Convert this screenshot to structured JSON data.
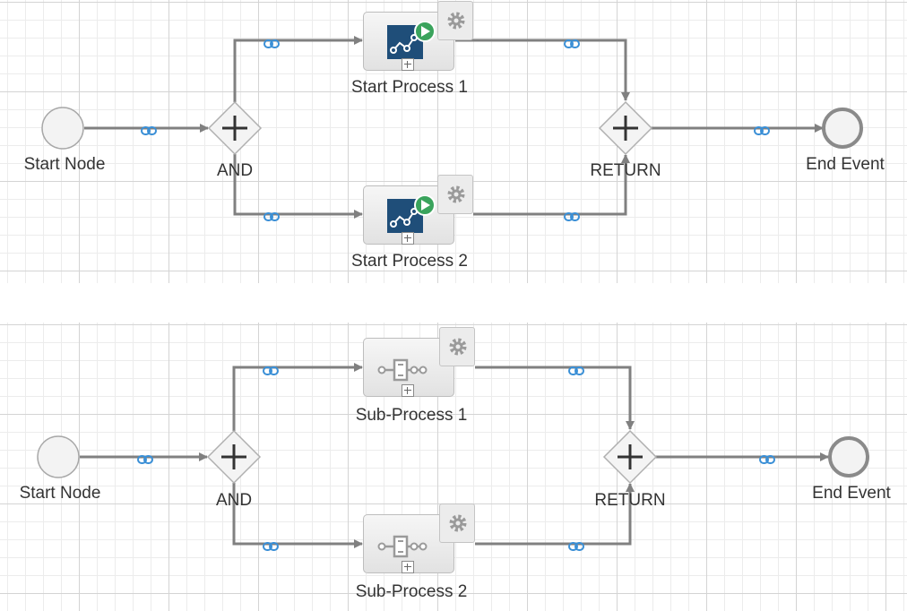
{
  "diagrams": [
    {
      "start_label": "Start Node",
      "gateway_label": "AND",
      "task1_label": "Start Process 1",
      "task2_label": "Start Process 2",
      "return_label": "RETURN",
      "end_label": "End Event",
      "task_icon": "start-process-icon"
    },
    {
      "start_label": "Start Node",
      "gateway_label": "AND",
      "task1_label": "Sub-Process 1",
      "task2_label": "Sub-Process 2",
      "return_label": "RETURN",
      "end_label": "End Event",
      "task_icon": "sub-process-icon"
    }
  ],
  "colors": {
    "connector": "#808080",
    "link_icon": "#3a8fd6",
    "process_tile": "#1f4e79",
    "play_badge": "#3aa35c"
  }
}
